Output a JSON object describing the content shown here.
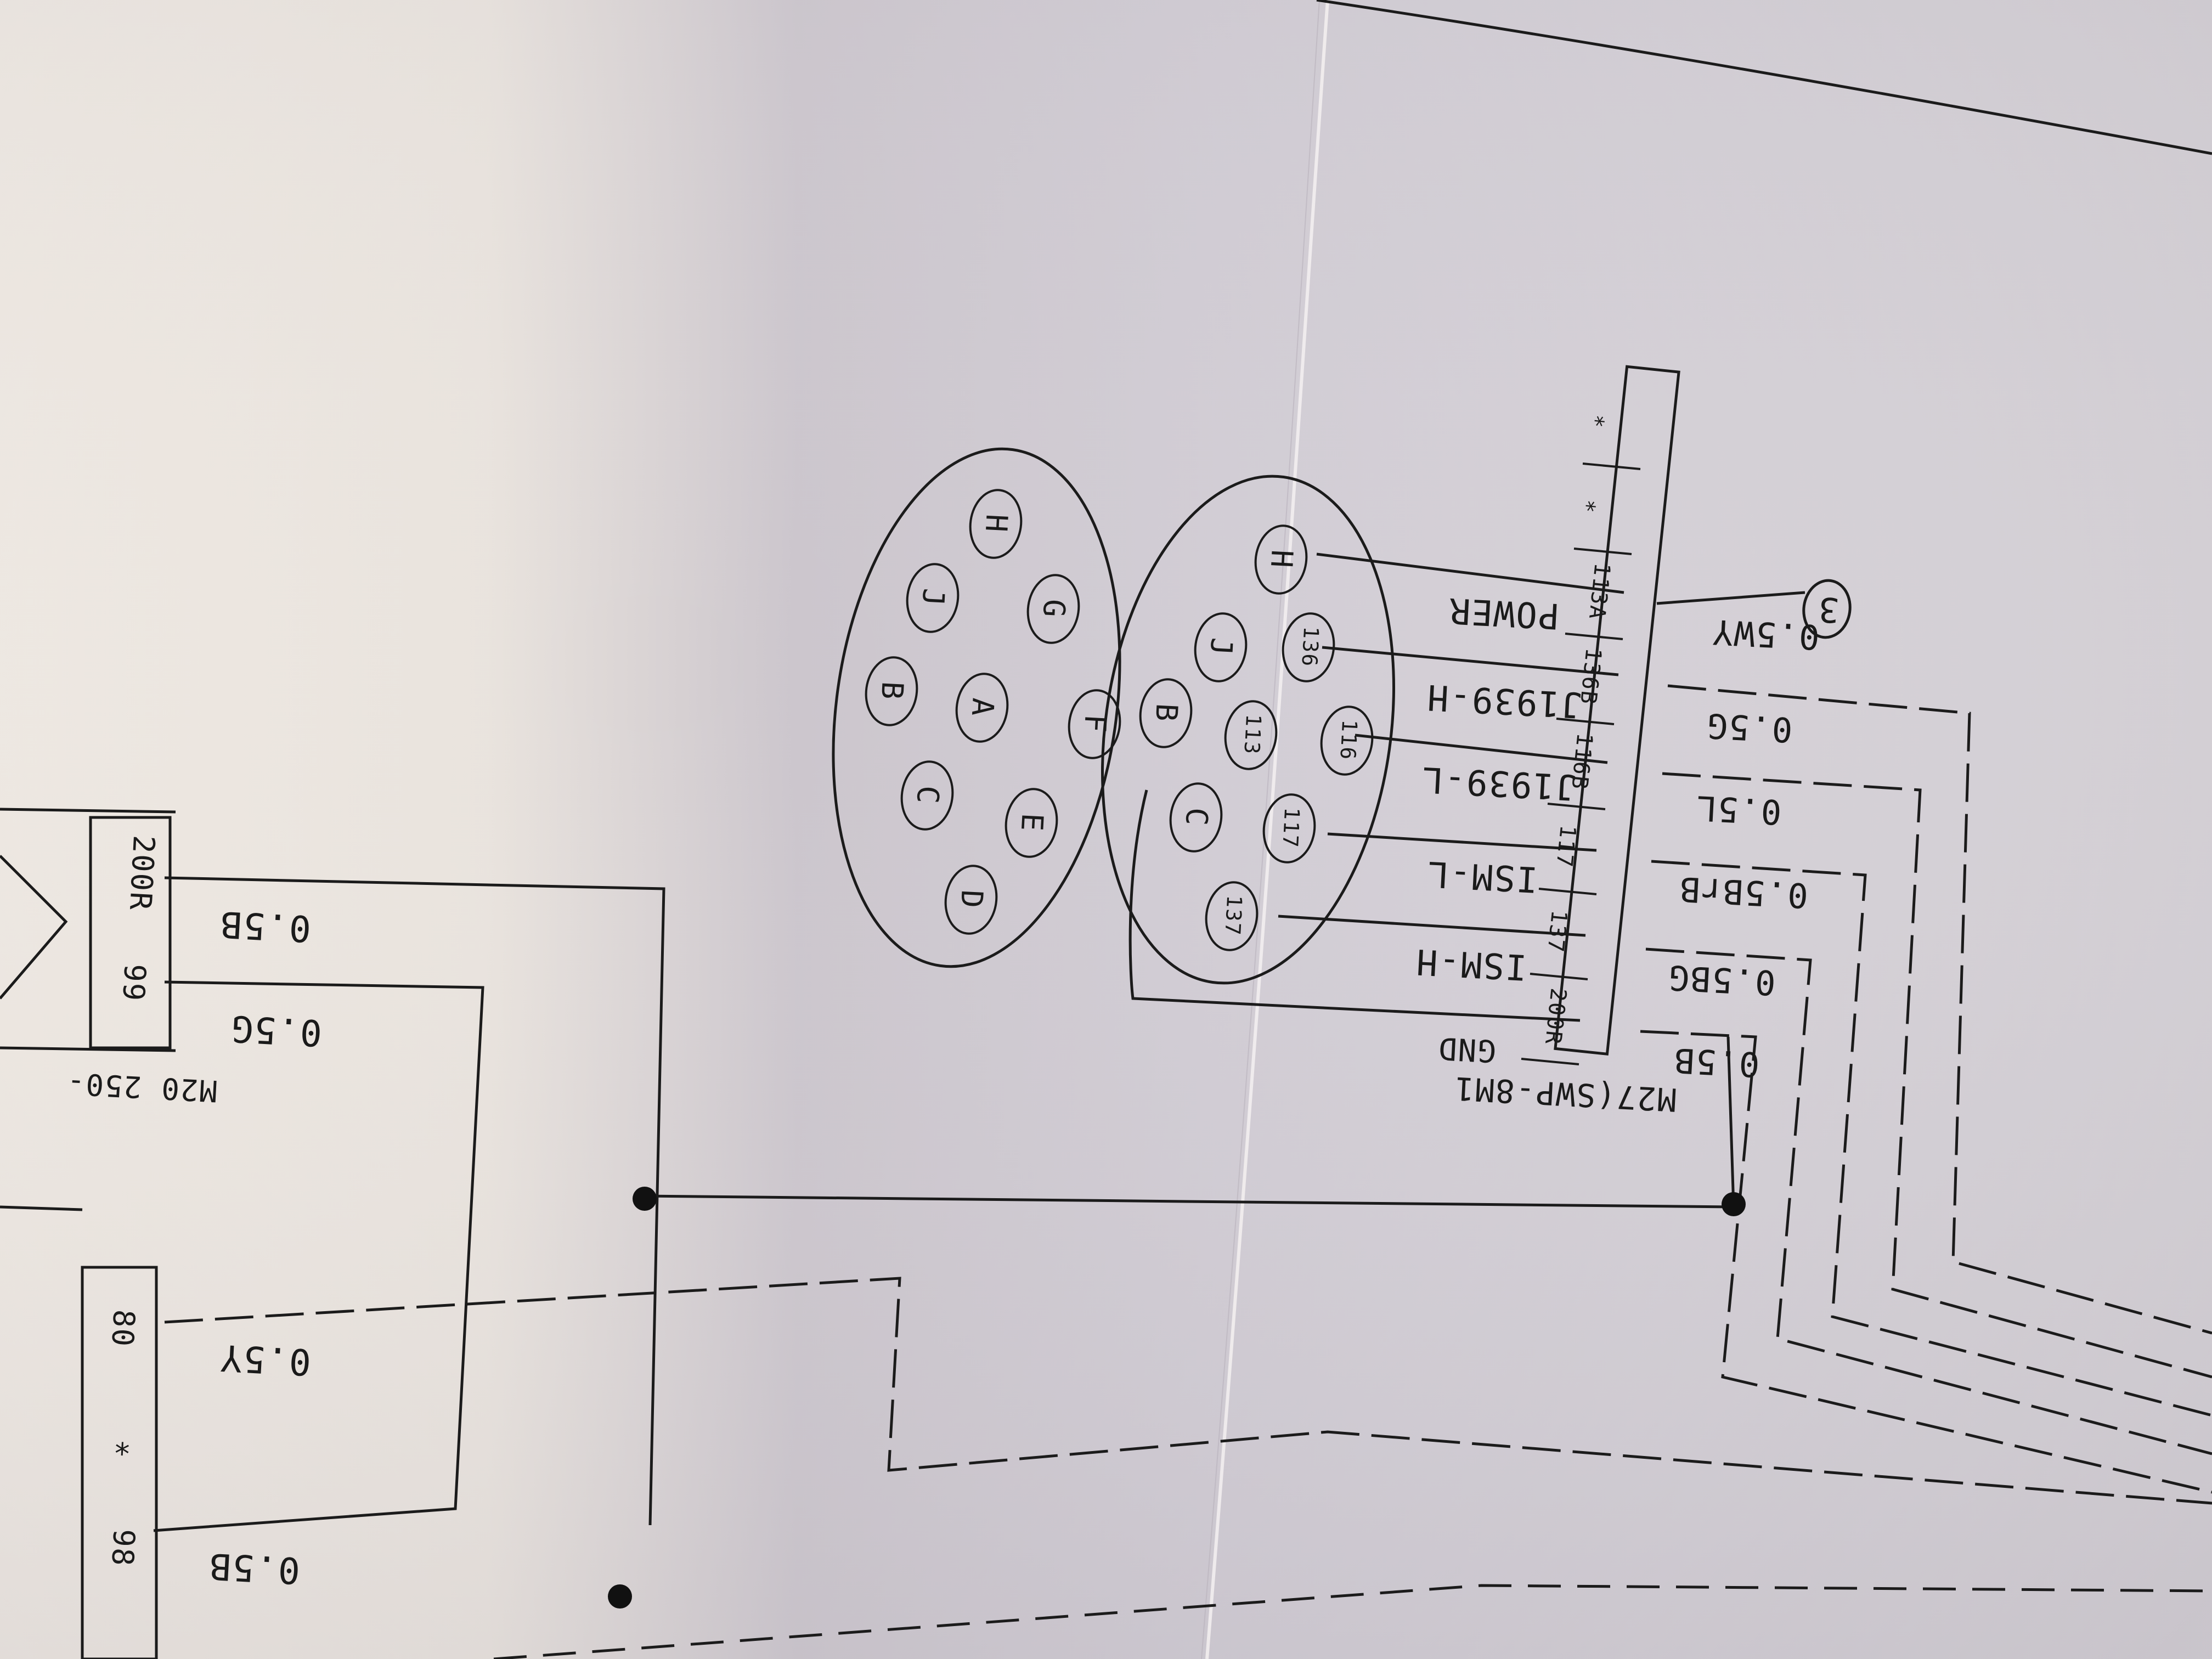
{
  "photo": {
    "subject": "photograph of a printed wiring schematic page (upside-down) showing two 9-pin round connectors and connector M27 SWP-8M1"
  },
  "colors": {
    "paper_light": "#efe9e3",
    "paper_shadow": "#c9c3cc",
    "ink": "#1a1a1a"
  },
  "connector_left": {
    "pins": [
      "H",
      "G",
      "J",
      "F",
      "A",
      "B",
      "E",
      "C",
      "D"
    ]
  },
  "connector_right": {
    "pins": [
      "H",
      "J",
      "136",
      "113",
      "116",
      "B",
      "C",
      "117",
      "137"
    ]
  },
  "connector_m27": {
    "name": "M27(SWP-8M1",
    "cavities": [
      "*",
      "*",
      "113A",
      "136B",
      "116B",
      "117",
      "137",
      "200R"
    ]
  },
  "signals": [
    "POWER",
    "J1939-H",
    "J1939-L",
    "ISM-L",
    "ISM-H",
    "GND"
  ],
  "wires": [
    "0.5WY",
    "0.5G",
    "0.5L",
    "0.5BrB",
    "0.5BG",
    "0.5B"
  ],
  "circle_ref": "3",
  "left_block": {
    "cavities": [
      "200R",
      "99",
      "80",
      "*",
      "98"
    ],
    "wires": [
      "0.5B",
      "0.5G",
      "0.5Y",
      "0.5B"
    ],
    "side_label": "M20 250-"
  }
}
